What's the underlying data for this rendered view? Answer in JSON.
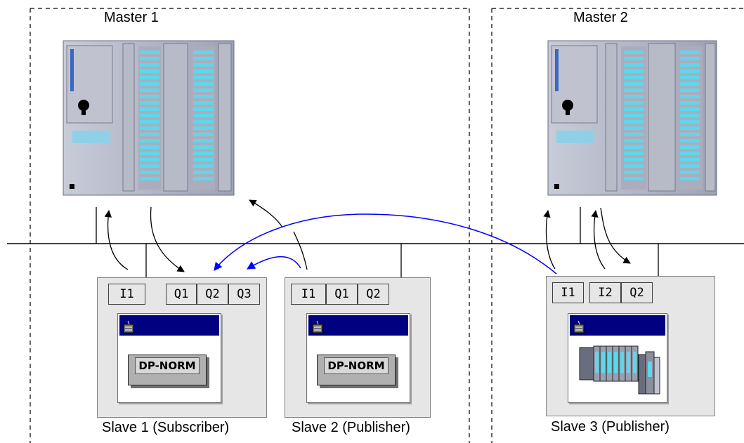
{
  "masters": [
    {
      "id": "master-1",
      "label": "Master 1"
    },
    {
      "id": "master-2",
      "label": "Master 2"
    }
  ],
  "slaves": [
    {
      "id": "slave-1",
      "caption": "Slave 1 (Subscriber)",
      "inputs": [
        "I1"
      ],
      "outputs": [
        "Q1",
        "Q2",
        "Q3"
      ],
      "module": "DP-NORM"
    },
    {
      "id": "slave-2",
      "caption": "Slave 2 (Publisher)",
      "inputs": [
        "I1",
        "Q1",
        "Q2"
      ],
      "module": "DP-NORM"
    },
    {
      "id": "slave-3",
      "caption": "Slave 3 (Publisher)",
      "inputs": [
        "I1"
      ],
      "outputs": [
        "I2",
        "Q2"
      ],
      "module": ""
    }
  ],
  "colors": {
    "bus": "#000000",
    "cross_traffic_arrow": "#0000ff",
    "normal_arrow": "#000000",
    "plc_body": "#a3a8bb",
    "window_title": "#000080"
  }
}
